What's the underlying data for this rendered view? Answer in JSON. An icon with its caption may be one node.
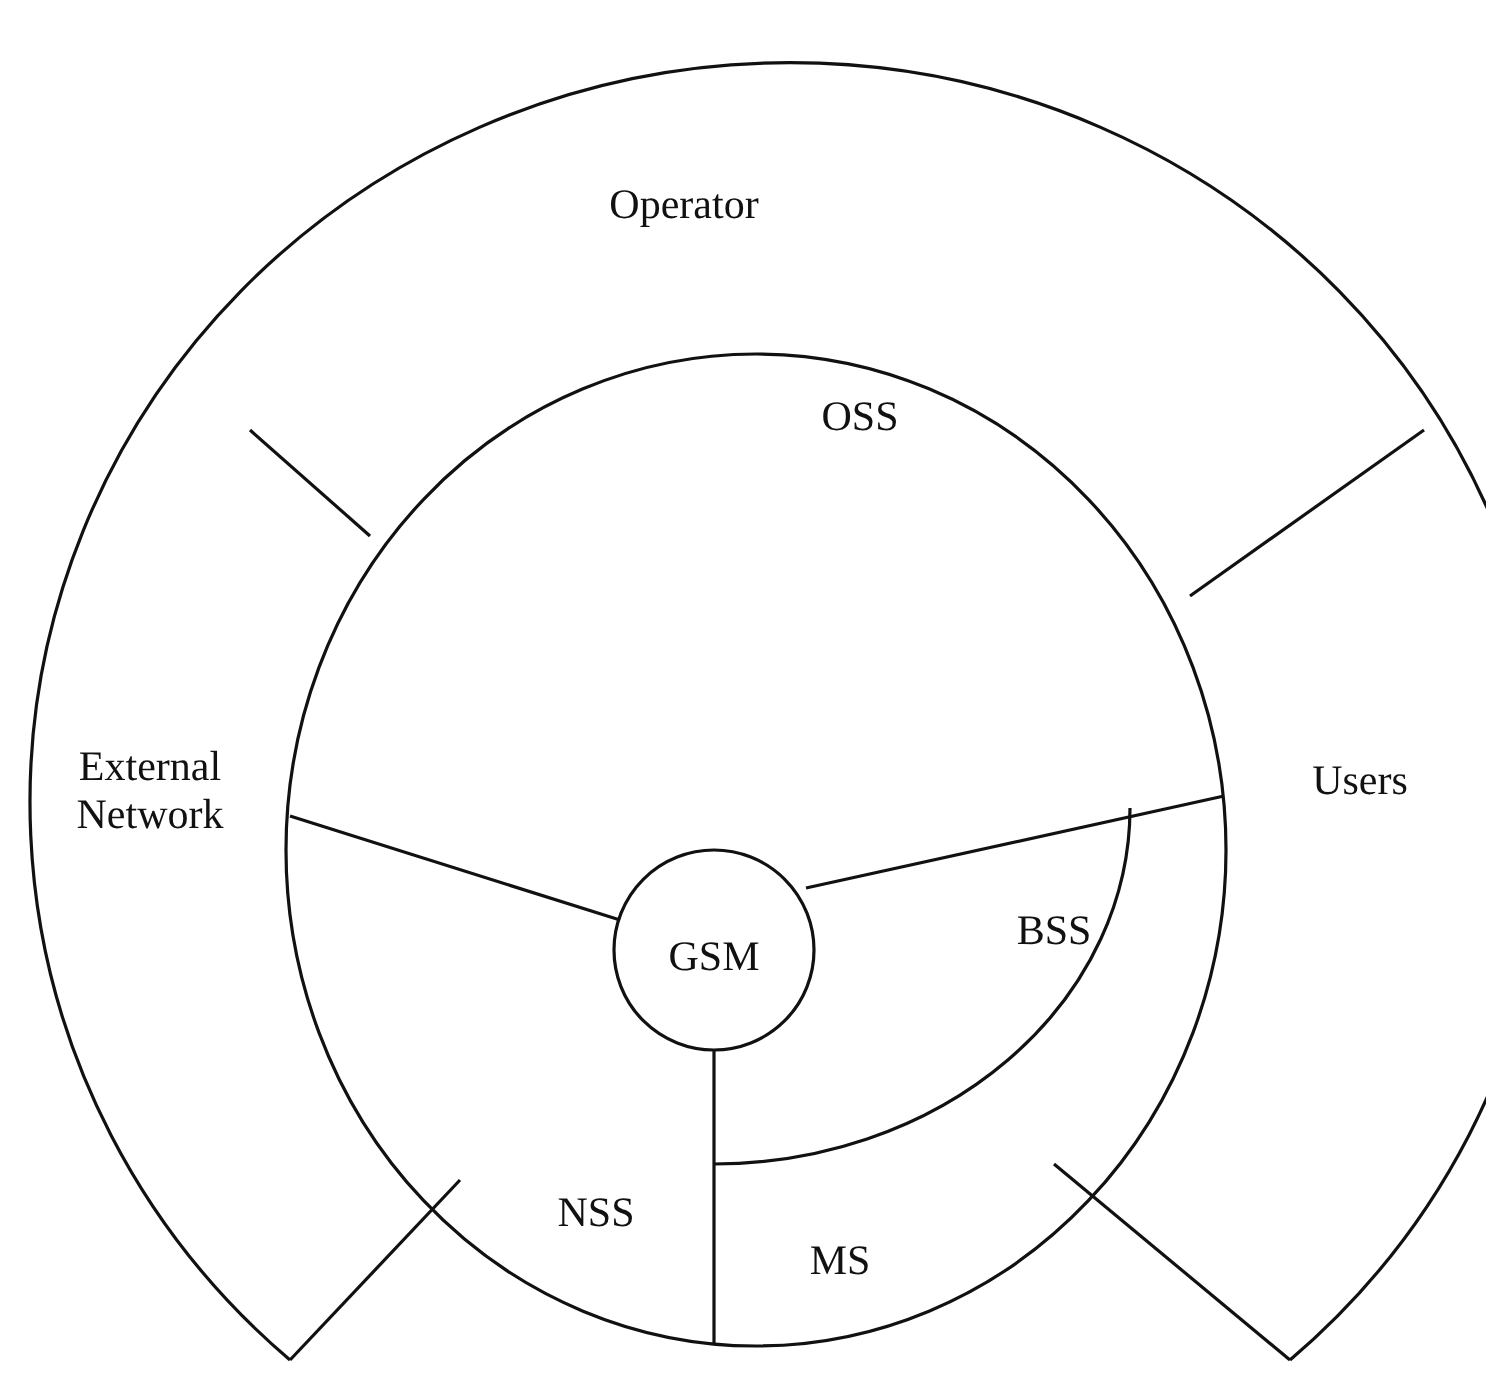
{
  "diagram": {
    "nodes": [
      {
        "text": [
          "Operator"
        ]
      },
      {
        "text": [
          "External Network"
        ]
      },
      {
        "text": [
          "Users"
        ]
      },
      {
        "text": [
          "OSS"
        ]
      },
      {
        "text": [
          "GSM"
        ]
      },
      {
        "text": [
          "BSS"
        ]
      },
      {
        "text": [
          "NSS"
        ]
      },
      {
        "text": [
          "MS"
        ]
      }
    ]
  }
}
